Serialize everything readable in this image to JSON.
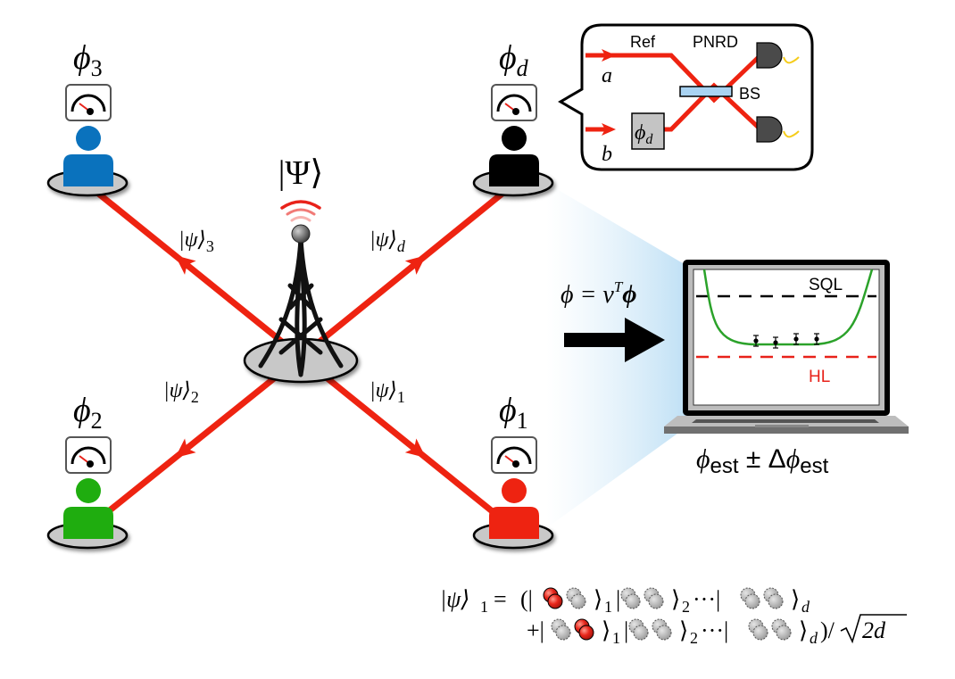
{
  "source_state": {
    "label": "|Ψ⟩",
    "icon": "antenna-tower-icon"
  },
  "nodes": [
    {
      "id": "node-3",
      "phase_label": "ϕ",
      "phase_sub": "3",
      "color": "#0a72bd",
      "state_label": "|ψ⟩",
      "state_sub": "3"
    },
    {
      "id": "node-d",
      "phase_label": "ϕ",
      "phase_sub": "d",
      "color": "#000000",
      "state_label": "|ψ⟩",
      "state_sub": "d"
    },
    {
      "id": "node-2",
      "phase_label": "ϕ",
      "phase_sub": "2",
      "color": "#1fad0f",
      "state_label": "|ψ⟩",
      "state_sub": "2"
    },
    {
      "id": "node-1",
      "phase_label": "ϕ",
      "phase_sub": "1",
      "color": "#ee2311",
      "state_label": "|ψ⟩",
      "state_sub": "1"
    }
  ],
  "colors": {
    "beam": "#ee2311",
    "platform": "#c8c8c8",
    "projection": "#cfe7f7",
    "sql_line": "#000000",
    "hl_line": "#e8221a",
    "curve": "#2ba22a",
    "beamsplitter": "#a9d3f2",
    "detector": "#4a4a4a",
    "detector_wire": "#f5cc1a"
  },
  "inset": {
    "ref_label": "Ref",
    "pnrd_label": "PNRD",
    "bs_label": "BS",
    "input_a": "a",
    "input_b": "b",
    "phase_box_label": "ϕ",
    "phase_box_sub": "d"
  },
  "combination": {
    "lhs": "ϕ = ν",
    "sup": "T",
    "rhs": "ϕ"
  },
  "laptop": {
    "sql_label": "SQL",
    "hl_label": "HL",
    "data_points": 4
  },
  "estimate": {
    "phi": "ϕ",
    "sub1": "est",
    "pm": " ± Δ",
    "phi2": "ϕ",
    "sub2": "est"
  },
  "equation": {
    "line1_lhs": "|ψ⟩",
    "line1_lhs_sub": "1",
    "equals": "=",
    "open": "(",
    "sub1": "1",
    "sub2": "2",
    "subd": "d",
    "dots": "···",
    "plus": "+",
    "tail": ")/",
    "sqrt_arg": "2d"
  }
}
